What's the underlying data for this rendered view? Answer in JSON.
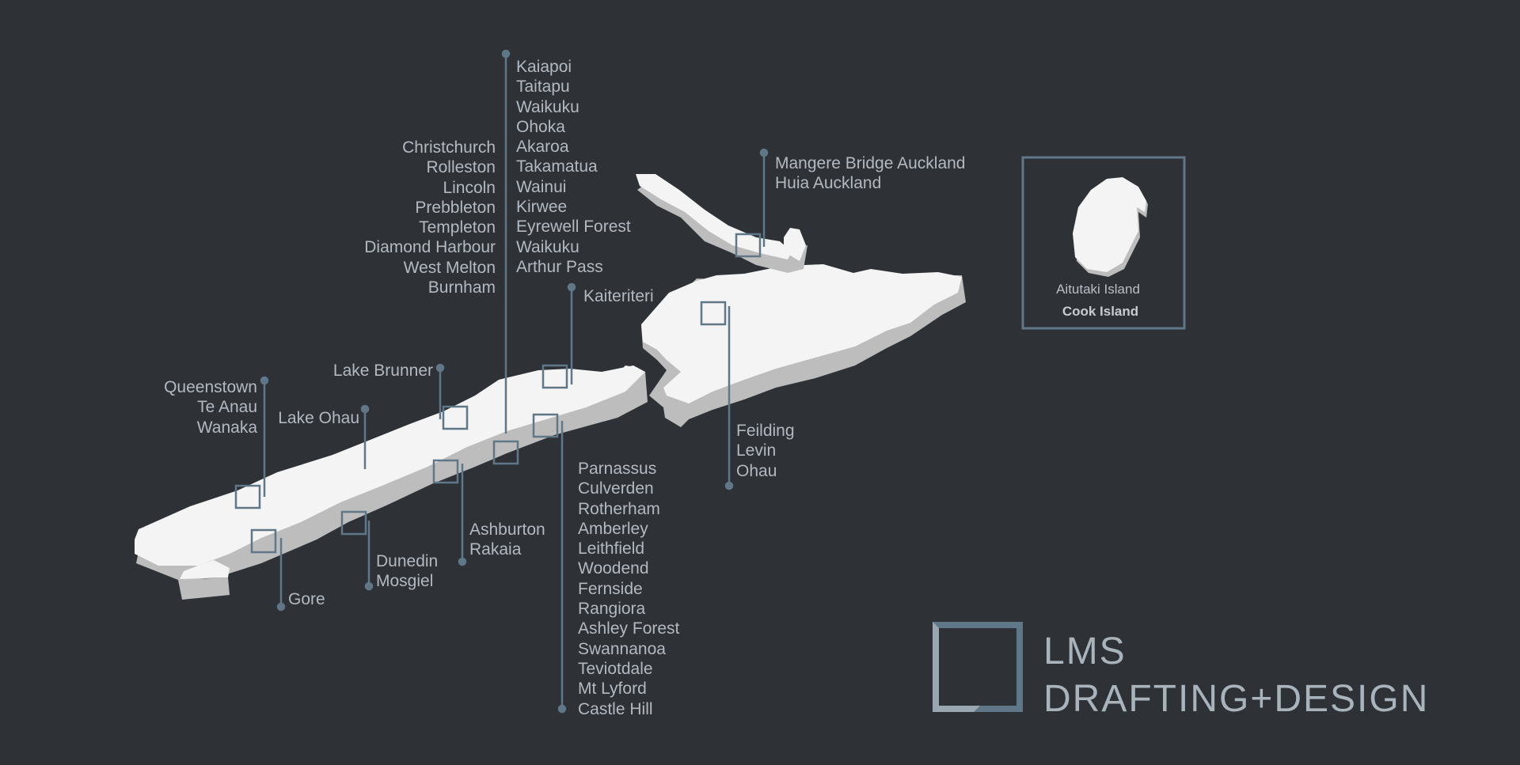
{
  "colors": {
    "background": "#2e3237",
    "land_top": "#f4f4f4",
    "land_side": "#bdbdbd",
    "line": "#607788",
    "label": "#b3b9c0"
  },
  "labels": {
    "canterbury_north": [
      "Kaiapoi",
      "Taitapu",
      "Waikuku",
      "Ohoka",
      "Akaroa",
      "Takamatua",
      "Wainui",
      "Kirwee",
      "Eyrewell Forest",
      "Waikuku",
      "Arthur Pass"
    ],
    "christchurch_area": [
      "Christchurch",
      "Rolleston",
      "Lincoln",
      "Prebbleton",
      "Templeton",
      "Diamond Harbour",
      "West Melton",
      "Burnham"
    ],
    "auckland": [
      "Mangere Bridge Auckland",
      "Huia Auckland"
    ],
    "kaiteriteri": [
      "Kaiteriteri"
    ],
    "lake_brunner": [
      "Lake Brunner"
    ],
    "lake_ohau": [
      "Lake Ohau"
    ],
    "queenstown_area": [
      "Queenstown",
      "Te Anau",
      "Wanaka"
    ],
    "ashburton": [
      "Ashburton",
      "Rakaia"
    ],
    "dunedin": [
      "Dunedin",
      "Mosgiel"
    ],
    "gore": [
      "Gore"
    ],
    "feilding": [
      "Feilding",
      "Levin",
      "Ohau"
    ],
    "north_canterbury": [
      "Parnassus",
      "Culverden",
      "Rotherham",
      "Amberley",
      "Leithfield",
      "Woodend",
      "Fernside",
      "Rangiora",
      "Ashley Forest",
      "Swannanoa",
      "Teviotdale",
      "Mt Lyford",
      "Castle Hill"
    ]
  },
  "inset": {
    "title": "Aitutaki Island",
    "subtitle": "Cook Island"
  },
  "brand": {
    "line1": "LMS",
    "line2": "DRAFTING+DESIGN"
  }
}
